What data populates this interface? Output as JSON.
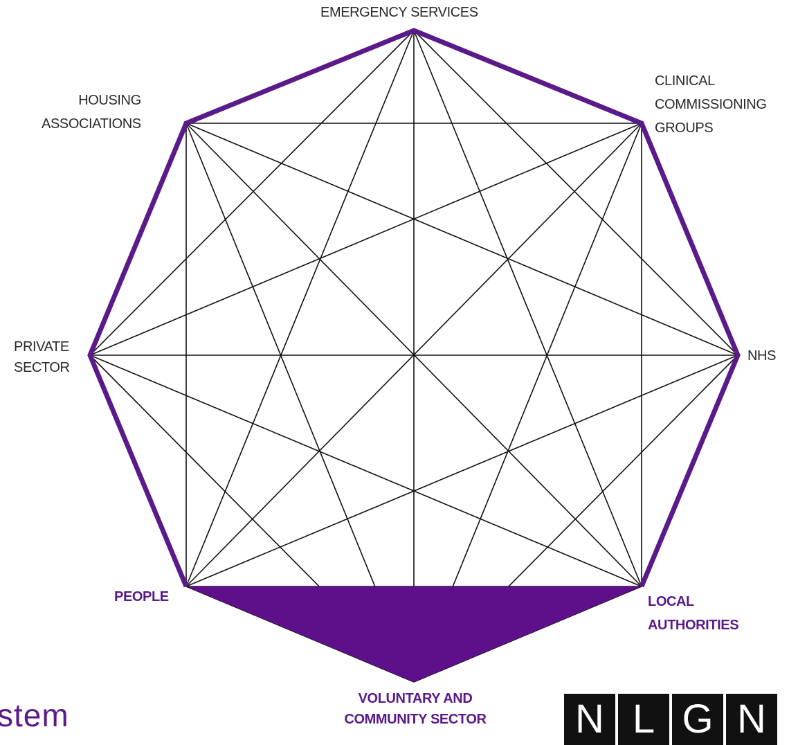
{
  "diagram": {
    "nodes": [
      {
        "id": "emergency",
        "lines": [
          "EMERGENCY SERVICES"
        ],
        "highlight": false
      },
      {
        "id": "ccg",
        "lines": [
          "CLINICAL",
          "COMMISSIONING",
          "GROUPS"
        ],
        "highlight": false
      },
      {
        "id": "nhs",
        "lines": [
          "NHS"
        ],
        "highlight": false
      },
      {
        "id": "local",
        "lines": [
          "LOCAL",
          "AUTHORITIES"
        ],
        "highlight": true
      },
      {
        "id": "vcs",
        "lines": [
          "VOLUNTARY AND",
          "COMMUNITY SECTOR"
        ],
        "highlight": true
      },
      {
        "id": "people",
        "lines": [
          "PEOPLE"
        ],
        "highlight": true
      },
      {
        "id": "private",
        "lines": [
          "PRIVATE",
          "SECTOR"
        ],
        "highlight": false
      },
      {
        "id": "housing",
        "lines": [
          "HOUSING",
          "ASSOCIATIONS"
        ],
        "highlight": false
      }
    ],
    "connections": "all-to-all",
    "colors": {
      "accent": "#5a1a8a",
      "fill": "#5e108a",
      "lines": "#111111"
    }
  },
  "footer": {
    "fragment": "stem"
  },
  "logo": {
    "letters": [
      "N",
      "L",
      "G",
      "N"
    ]
  }
}
